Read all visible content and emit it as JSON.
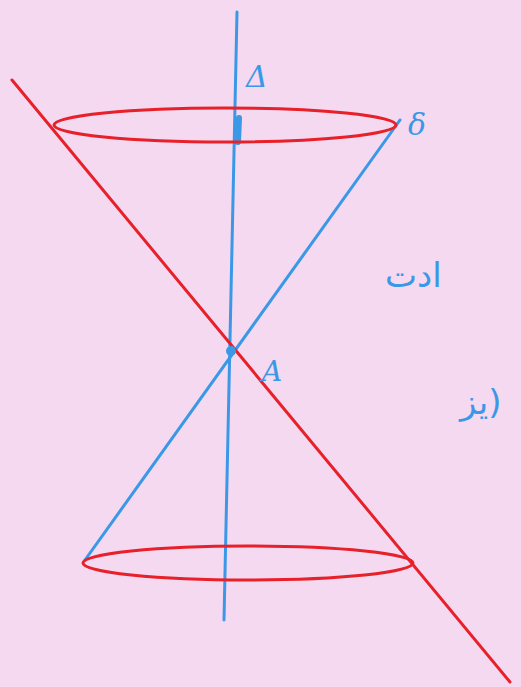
{
  "diagram": {
    "labels": [
      "Δ",
      "δ",
      "A",
      "ادت",
      "(يز"
    ]
  }
}
